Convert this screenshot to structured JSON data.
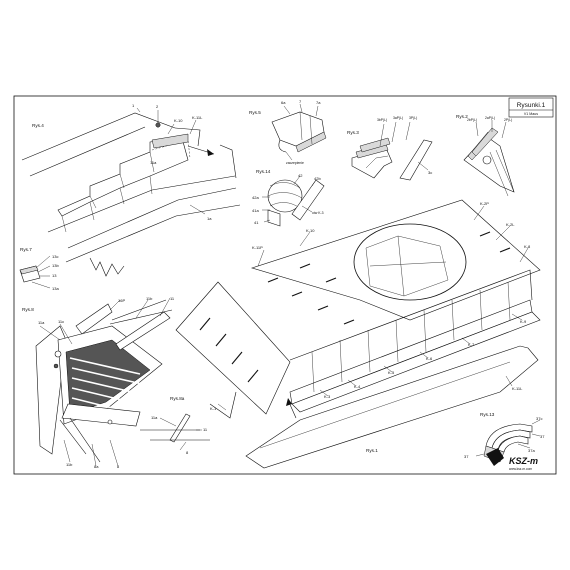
{
  "sheet": {
    "title": "Rysunki.1",
    "sheet_no": "V1 Maus"
  },
  "logo": {
    "text": "KSZ-m",
    "subtext": "www.ksz-m.com"
  },
  "figures": {
    "rys4": {
      "caption": "Rys.4",
      "labels": [
        "1",
        "2",
        "K-10",
        "K-11L",
        "11a",
        "1a"
      ]
    },
    "rys5": {
      "caption": "Rys.5",
      "labels": [
        "6a",
        "7",
        "7a",
        "zaczepienie"
      ]
    },
    "rys3": {
      "caption": "Rys.3",
      "labels": [
        "3bP(L)",
        "3aP(L)",
        "3P(L)",
        "3c"
      ]
    },
    "rys2": {
      "caption": "Rys.2",
      "labels": [
        "2bP(L)",
        "2aP(L)",
        "2P(L)"
      ]
    },
    "rys14": {
      "caption": "Rys.14",
      "labels": [
        "42",
        "42a",
        "42b",
        "41a",
        "41",
        "otw K-3"
      ]
    },
    "rys7": {
      "caption": "Rys.7",
      "labels": [
        "13c",
        "13b",
        "13",
        "13a"
      ]
    },
    "rys8": {
      "caption": "Rys.8",
      "labels": [
        "16P",
        "11b",
        "11",
        "11a",
        "11c",
        "11b",
        "8a",
        "8"
      ]
    },
    "rys8a": {
      "caption": "Rys.8a",
      "labels": [
        "11a",
        "11",
        "8"
      ]
    },
    "rys13": {
      "caption": "Rys.13",
      "labels": [
        "37c",
        "37",
        "37",
        "37a"
      ]
    },
    "rys1": {
      "caption": "Rys.1",
      "labels": [
        "K-2P",
        "K-2L",
        "K-8",
        "K-11P",
        "K-10",
        "K-9",
        "K-7",
        "K-6",
        "K-5",
        "K-4",
        "K-3",
        "K-1",
        "K-11L"
      ]
    }
  }
}
